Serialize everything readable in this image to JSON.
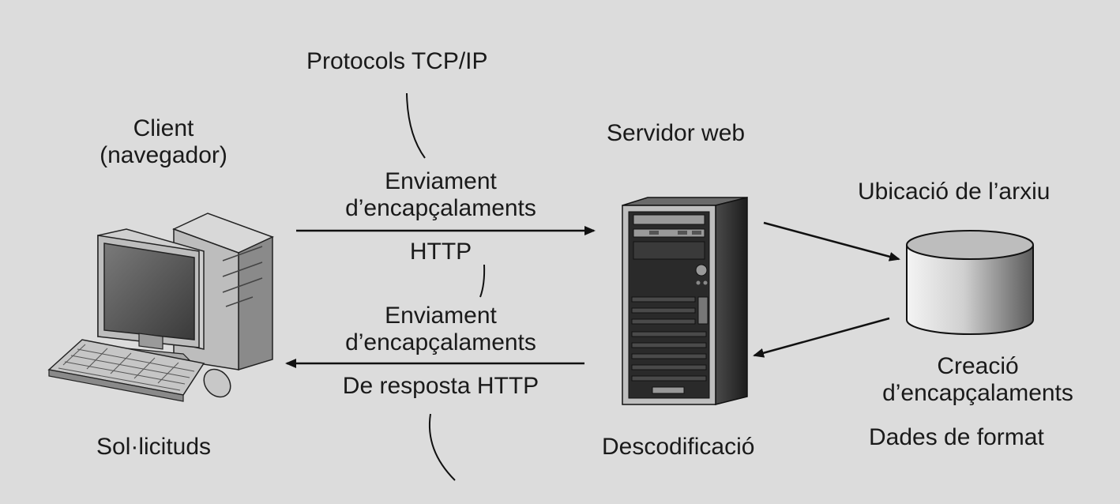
{
  "labels": {
    "protocols": "Protocols TCP/IP",
    "client_line1": "Client",
    "client_line2": "(navegador)",
    "server": "Servidor web",
    "request_line1": "Enviament",
    "request_line2": "d’encapçalaments",
    "request_line3": "HTTP",
    "response_line1": "Enviament",
    "response_line2": "d’encapçalaments",
    "response_line3": "De resposta HTTP",
    "file_location": "Ubicació de l’arxiu",
    "creation_line1": "Creació",
    "creation_line2": "d’encapçalaments",
    "format_data": "Dades de format",
    "requests": "Sol·licituds",
    "decoding": "Descodificació"
  },
  "colors": {
    "background": "#dcdcdc",
    "text": "#1a1a1a",
    "lines": "#111111"
  },
  "icons": [
    "desktop-computer-icon",
    "tower-server-icon",
    "database-cylinder-icon"
  ]
}
